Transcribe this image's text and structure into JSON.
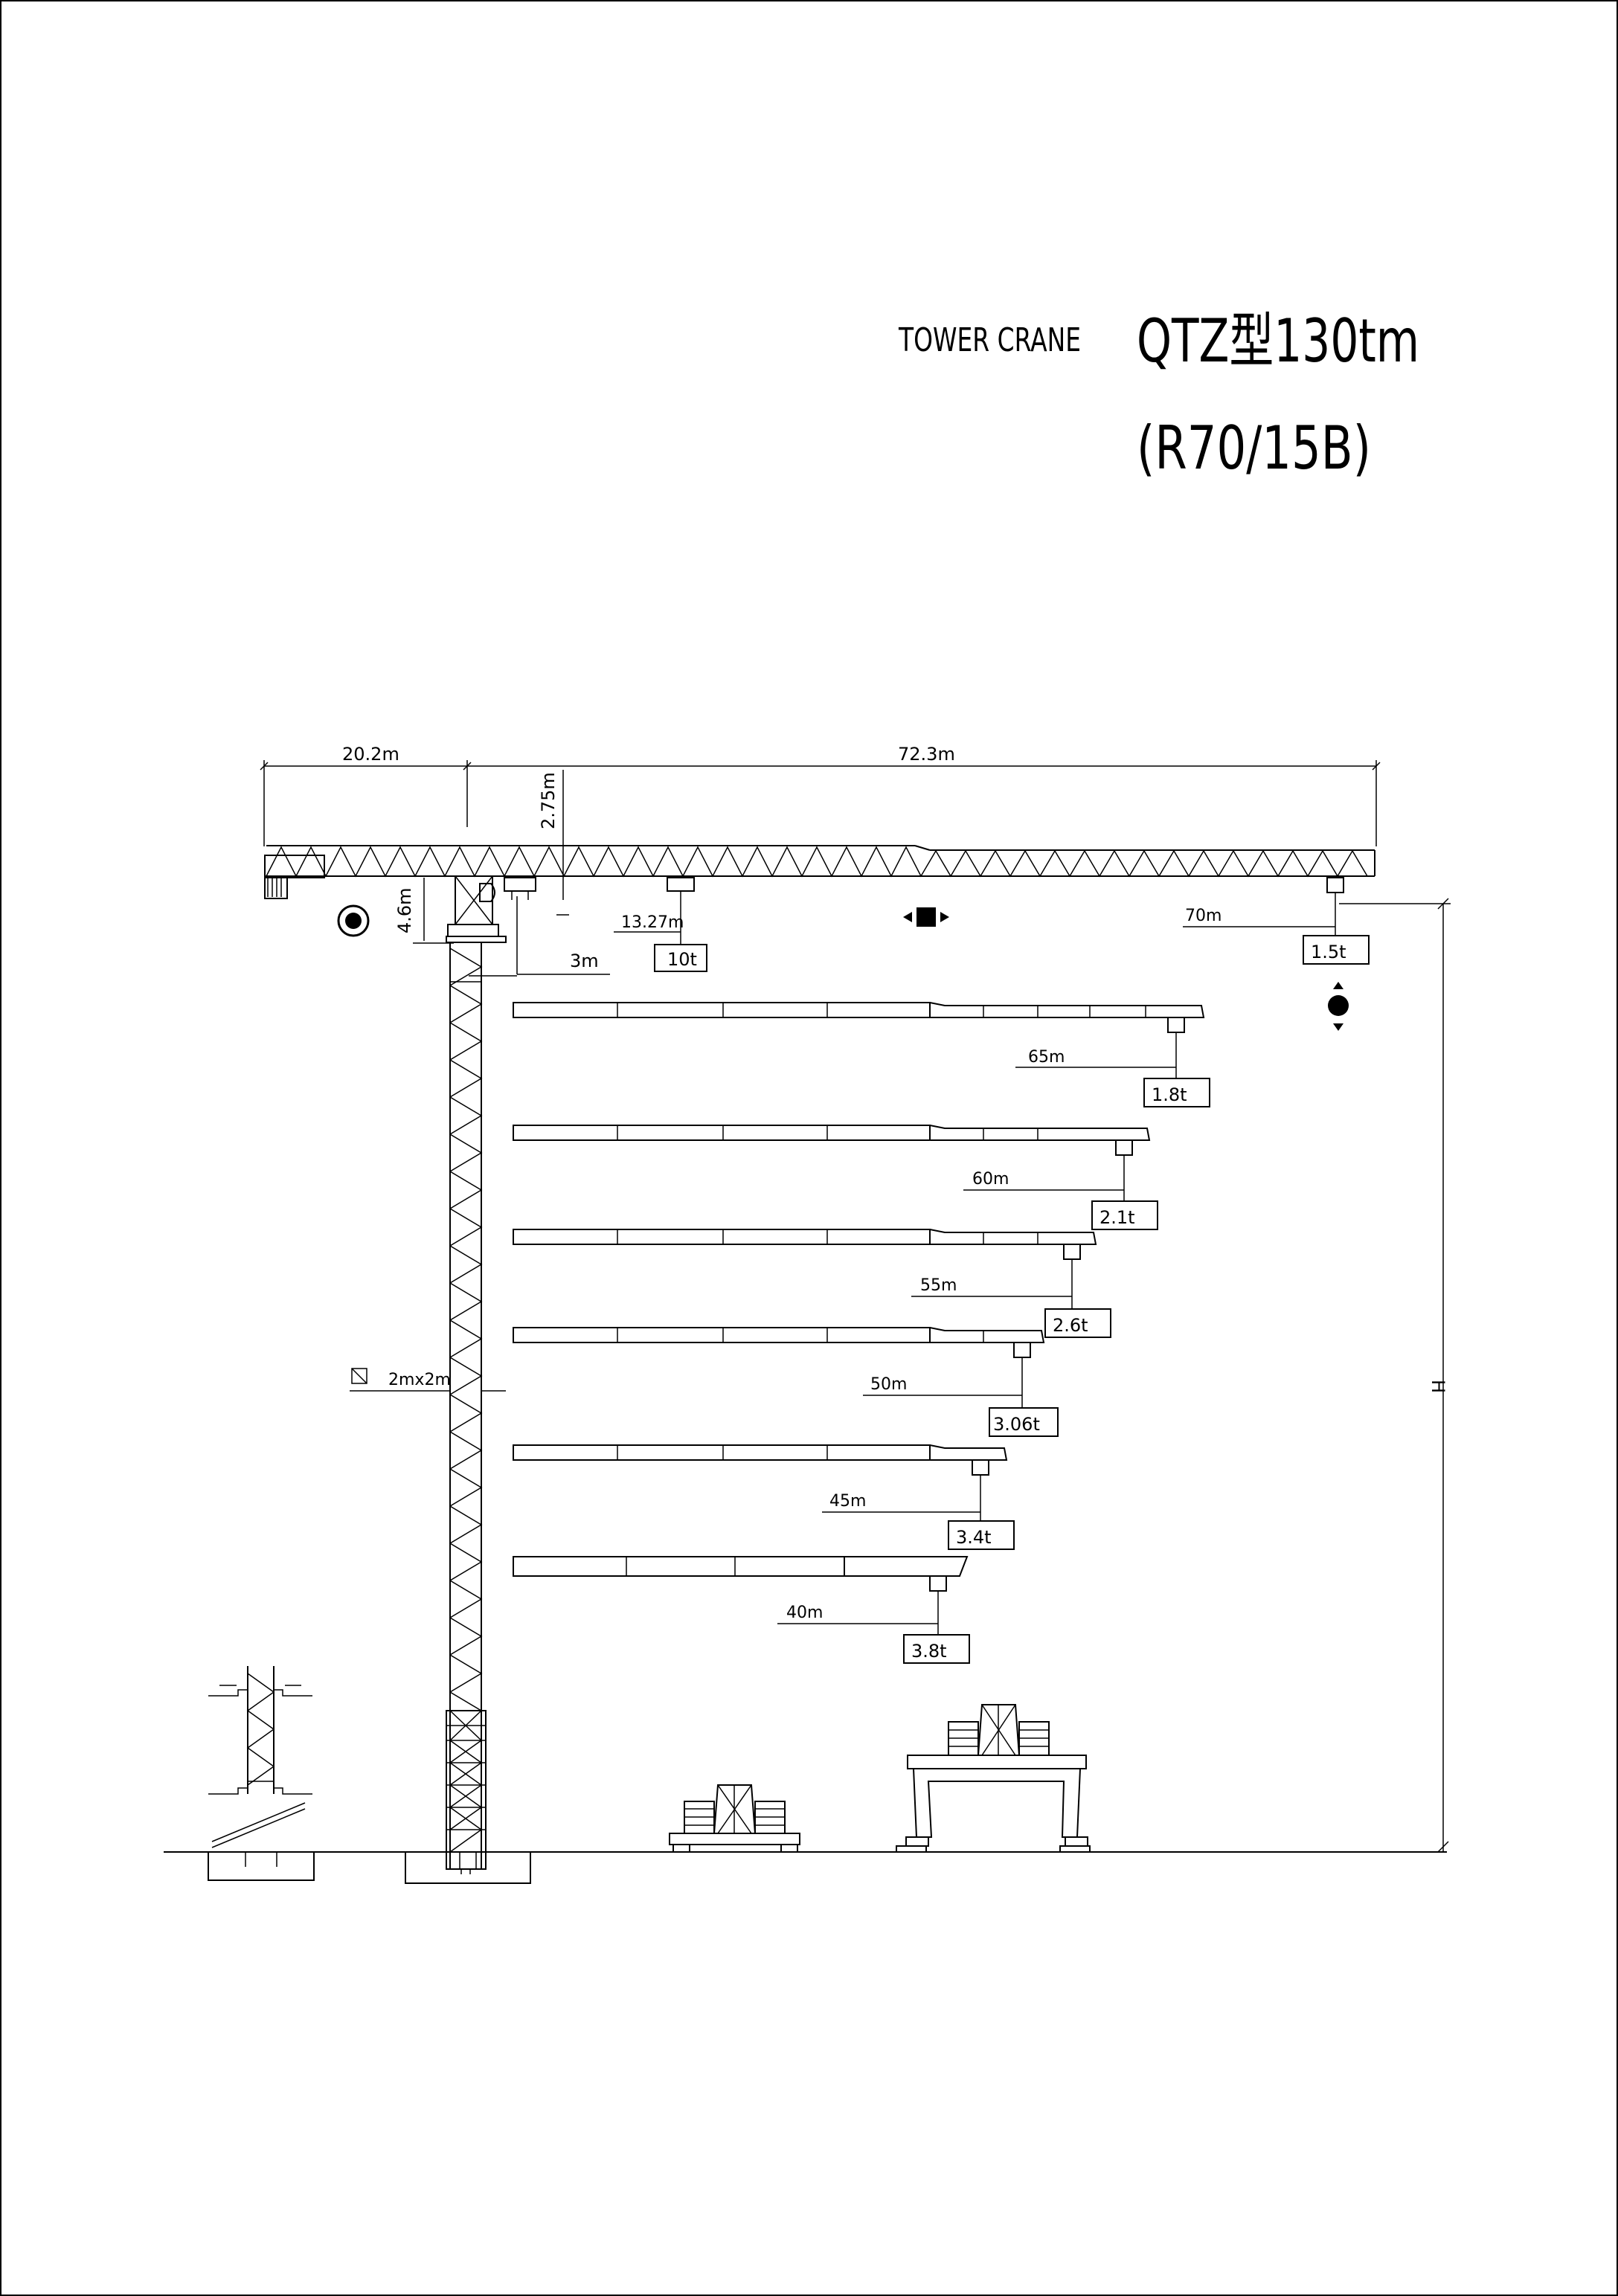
{
  "header": {
    "subtitle": "TOWER CRANE",
    "title": "QTZ型130tm",
    "model": "(R70/15B)"
  },
  "dimensions": {
    "counter_jib": "20.2m",
    "jib": "72.3m",
    "apex_height": "2.75m",
    "cab_height": "4.6m",
    "min_radius": "3m",
    "max_load_radius": "13.27m",
    "mast_section": "2mx2m",
    "height": "H"
  },
  "loads": {
    "max_load": "10t",
    "jib_configs": [
      {
        "radius": "70m",
        "load": "1.5t"
      },
      {
        "radius": "65m",
        "load": "1.8t"
      },
      {
        "radius": "60m",
        "load": "2.1t"
      },
      {
        "radius": "55m",
        "load": "2.6t"
      },
      {
        "radius": "50m",
        "load": "3.06t"
      },
      {
        "radius": "45m",
        "load": "3.4t"
      },
      {
        "radius": "40m",
        "load": "3.8t"
      }
    ]
  },
  "icons": [
    "slewing-icon",
    "trolley-travel-icon",
    "hoist-icon"
  ]
}
